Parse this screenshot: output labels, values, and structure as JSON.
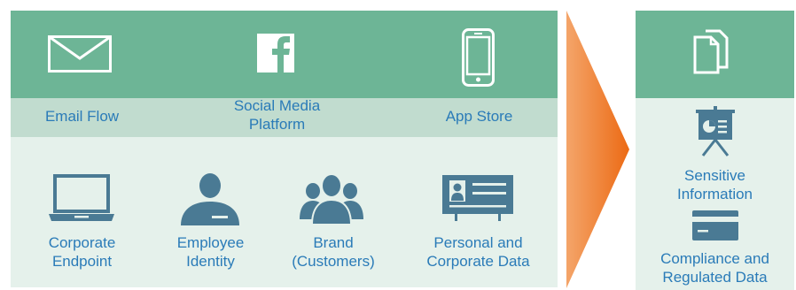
{
  "left_panel": {
    "channels": [
      {
        "icon": "envelope-icon",
        "label_lines": [
          "Email Flow"
        ]
      },
      {
        "icon": "facebook-icon",
        "label_lines": [
          "Social Media",
          "Platform"
        ]
      },
      {
        "icon": "smartphone-icon",
        "label_lines": [
          "App Store"
        ]
      }
    ],
    "assets": [
      {
        "icon": "laptop-icon",
        "label_lines": [
          "Corporate",
          "Endpoint"
        ]
      },
      {
        "icon": "person-badge-icon",
        "label_lines": [
          "Employee",
          "Identity"
        ]
      },
      {
        "icon": "people-group-icon",
        "label_lines": [
          "Brand",
          "(Customers)"
        ]
      },
      {
        "icon": "id-card-icon",
        "label_lines": [
          "Personal and",
          "Corporate Data"
        ]
      }
    ]
  },
  "right_panel": {
    "header_icon": "documents-icon",
    "items": [
      {
        "icon": "presentation-board-icon",
        "label_lines": [
          "Sensitive",
          "Information"
        ]
      },
      {
        "icon": "credit-card-icon",
        "label_lines": [
          "Compliance and",
          "Regulated Data"
        ]
      }
    ]
  },
  "colors": {
    "header_green": "#6db596",
    "band_green": "#c1dccf",
    "light_green": "#e5f1eb",
    "label_blue": "#2a7bb8",
    "icon_slate": "#4a7a94",
    "arrow_orange": "#f07a22"
  }
}
